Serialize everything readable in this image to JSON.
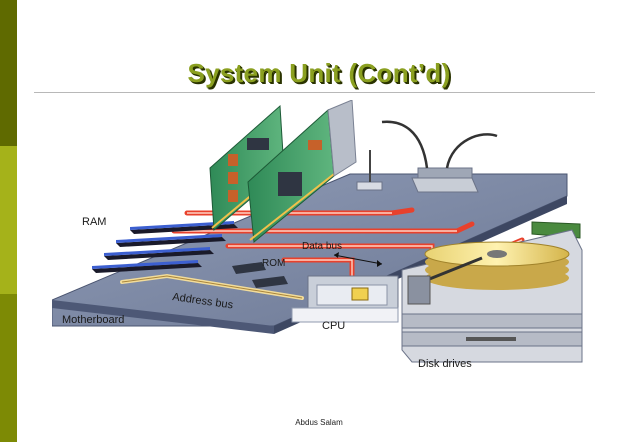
{
  "slide": {
    "title": "System Unit (Cont’d)",
    "footer": "Abdus Salam"
  },
  "diagram": {
    "labels": {
      "ram": "RAM",
      "data_bus": "Data bus",
      "rom": "ROM",
      "address_bus": "Address bus",
      "motherboard": "Motherboard",
      "cpu": "CPU",
      "disk_drives": "Disk drives"
    }
  },
  "colors": {
    "sidebar_olive_light": "#a7b31a",
    "sidebar_olive_dark": "#5e6b00",
    "title_green": "#8ba020",
    "bus_red": "#e8412c",
    "board_blue": "#6f7f9e"
  }
}
